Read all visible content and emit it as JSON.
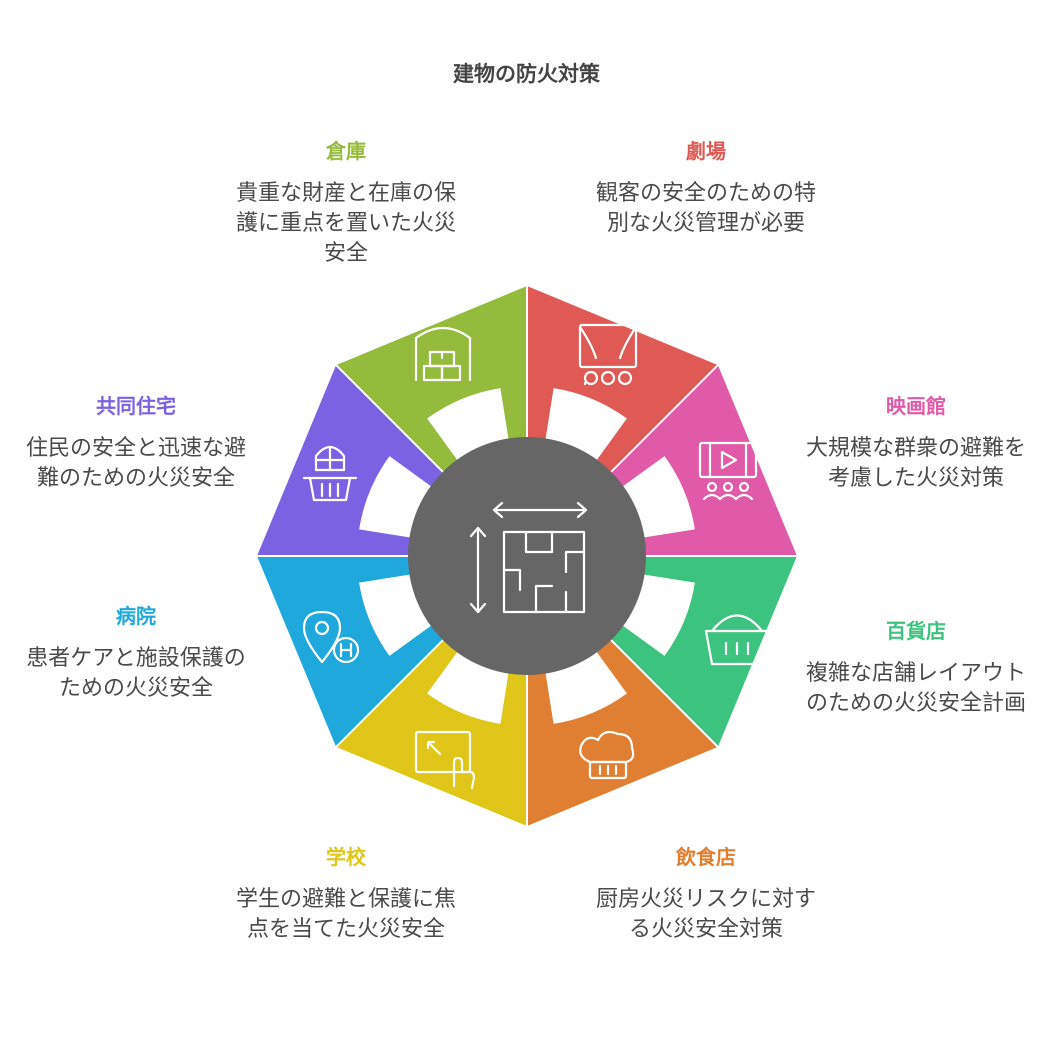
{
  "title": "建物の防火対策",
  "segments": [
    {
      "title": "劇場",
      "desc": "観客の安全のための特別な火災管理が必要",
      "color": "#e05a55",
      "icon": "theater-curtain-icon"
    },
    {
      "title": "映画館",
      "desc": "大規模な群衆の避難を考慮した火災対策",
      "color": "#e05aa9",
      "icon": "cinema-film-icon"
    },
    {
      "title": "百貨店",
      "desc": "複雑な店舗レイアウトのための火災安全計画",
      "color": "#3cc47e",
      "icon": "shopping-basket-icon"
    },
    {
      "title": "飲食店",
      "desc": "厨房火災リスクに対する火災安全対策",
      "color": "#e07f31",
      "icon": "chef-hat-icon"
    },
    {
      "title": "学校",
      "desc": "学生の避難と保護に焦点を当てた火災安全",
      "color": "#dfc619",
      "icon": "touch-screen-icon"
    },
    {
      "title": "病院",
      "desc": "患者ケアと施設保護のための火災安全",
      "color": "#1fa8dc",
      "icon": "hospital-location-icon"
    },
    {
      "title": "共同住宅",
      "desc": "住民の安全と迅速な避難のための火災安全",
      "color": "#7b62e3",
      "icon": "apartment-balcony-icon"
    },
    {
      "title": "倉庫",
      "desc": "貴重な財産と在庫の保護に重点を置いた火災安全",
      "color": "#94bb3b",
      "icon": "warehouse-icon"
    }
  ],
  "center": {
    "color": "#666666",
    "icon": "floor-plan-icon"
  }
}
